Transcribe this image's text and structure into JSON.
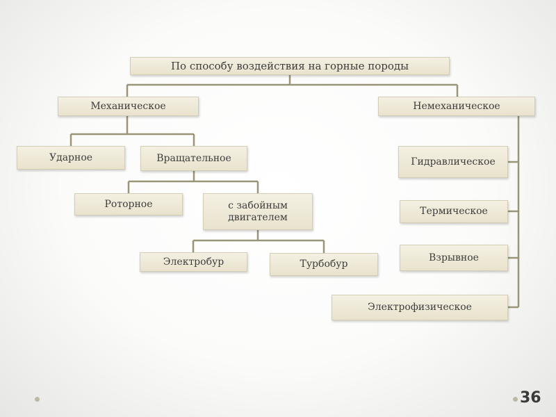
{
  "diagram": {
    "root": "По способу воздействия на горные породы",
    "mechanical": "Механическое",
    "non_mechanical": "Немеханическое",
    "impact": "Ударное",
    "rotational": "Вращательное",
    "rotary": "Роторное",
    "downhole_motor": "с забойным\nдвигателем",
    "electrodrill": "Электробур",
    "turbodrill": "Турбобур",
    "hydraulic": "Гидравлическое",
    "thermal": "Термическое",
    "explosive": "Взрывное",
    "electrophysical": "Электрофизическое"
  },
  "footer": {
    "slide_number": "36"
  },
  "colors": {
    "box_fill": "#ece6d2",
    "box_border": "#d3cdb6",
    "connector": "#9a9577",
    "text": "#3d3d3d"
  }
}
